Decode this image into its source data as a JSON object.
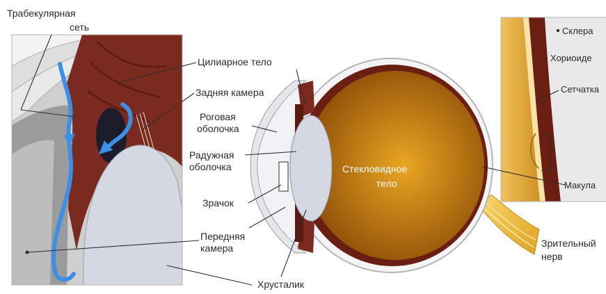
{
  "labels": {
    "trabecular_line1": "Трабекулярная",
    "trabecular_line2": "сеть",
    "ciliary_body": "Цилиарное тело",
    "posterior_chamber": "Задняя камера",
    "cornea_line1": "Роговая",
    "cornea_line2": "оболочка",
    "iris_line1": "Радужная",
    "iris_line2": "оболочка",
    "pupil": "Зрачок",
    "anterior_chamber_line1": "Передняя",
    "anterior_chamber_line2": "камера",
    "lens": "Хрусталик",
    "vitreous_line1": "Стекловидное",
    "vitreous_line2": "тело",
    "optic_nerve_line1": "Зрительный",
    "optic_nerve_line2": "нерв"
  },
  "inset_labels": {
    "sclera": "Склера",
    "choroid": "Хориоиде",
    "retina": "Сетчатка",
    "macula": "Макула"
  },
  "colors": {
    "sclera": "#f4f4f4",
    "choroid": "#6b1f13",
    "ciliary": "#7a2a1e",
    "lens": "#d3d8e2",
    "cornea": "#e3e6ea",
    "nerve": "#f2c23a",
    "flow": "#3b8fe6",
    "vitreous_light": "#e9a623",
    "vitreous_dark": "#8a4a06",
    "gold_light": "#f1c25a",
    "gold_dark": "#c98a1c"
  }
}
